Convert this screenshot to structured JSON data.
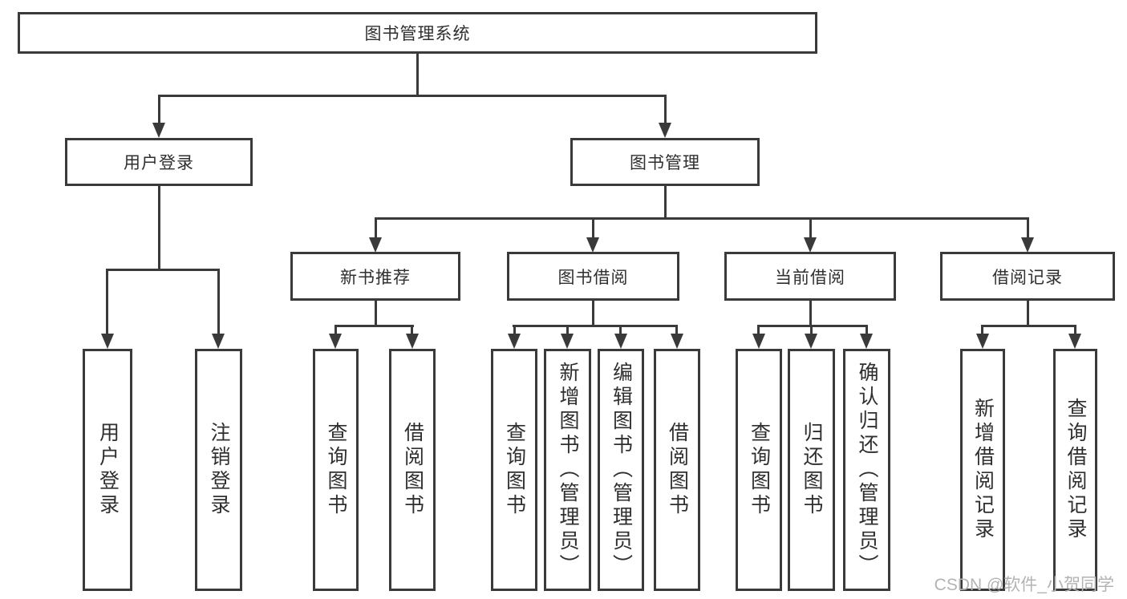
{
  "tree": {
    "root": {
      "label": "图书管理系统"
    },
    "branches": [
      {
        "label": "用户登录",
        "children": [
          {
            "label": "用户登录"
          },
          {
            "label": "注销登录"
          }
        ]
      },
      {
        "label": "图书管理",
        "children": [
          {
            "label": "新书推荐",
            "children": [
              {
                "label": "查询图书"
              },
              {
                "label": "借阅图书"
              }
            ]
          },
          {
            "label": "图书借阅",
            "children": [
              {
                "label": "查询图书"
              },
              {
                "label": "新增图书（管理员）"
              },
              {
                "label": "编辑图书（管理员）"
              },
              {
                "label": "借阅图书"
              }
            ]
          },
          {
            "label": "当前借阅",
            "children": [
              {
                "label": "查询图书"
              },
              {
                "label": "归还图书"
              },
              {
                "label": "确认归还（管理员）"
              }
            ]
          },
          {
            "label": "借阅记录",
            "children": [
              {
                "label": "新增借阅记录"
              },
              {
                "label": "查询借阅记录"
              }
            ]
          }
        ]
      }
    ]
  },
  "colors": {
    "line": "#3a3a3a",
    "text": "#2f2f2f",
    "watermark": "#b3b3b3",
    "background": "#ffffff"
  },
  "watermark": "CSDN @软件_小贺同学"
}
